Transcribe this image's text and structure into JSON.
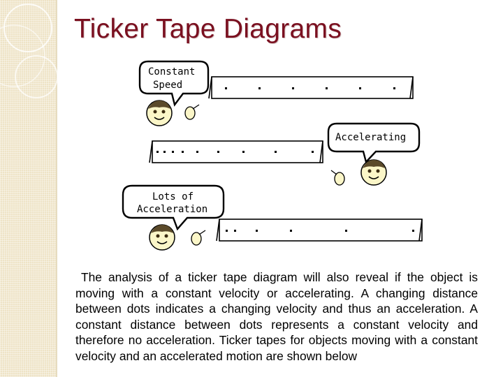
{
  "title": "Ticker Tape Diagrams",
  "diagram": {
    "labels": {
      "constant_line1": "Constant",
      "constant_line2": "Speed",
      "accelerating": "Accelerating",
      "lots_line1": "Lots of",
      "lots_line2": "Acceleration"
    }
  },
  "body_text": "The analysis of a ticker tape diagram will also reveal if the object is moving with a constant velocity or accelerating. A changing distance between dots indicates a changing velocity and thus an acceleration. A constant distance between dots represents a constant velocity and therefore no acceleration. Ticker tapes for objects moving with a constant velocity and an accelerated motion are shown below"
}
